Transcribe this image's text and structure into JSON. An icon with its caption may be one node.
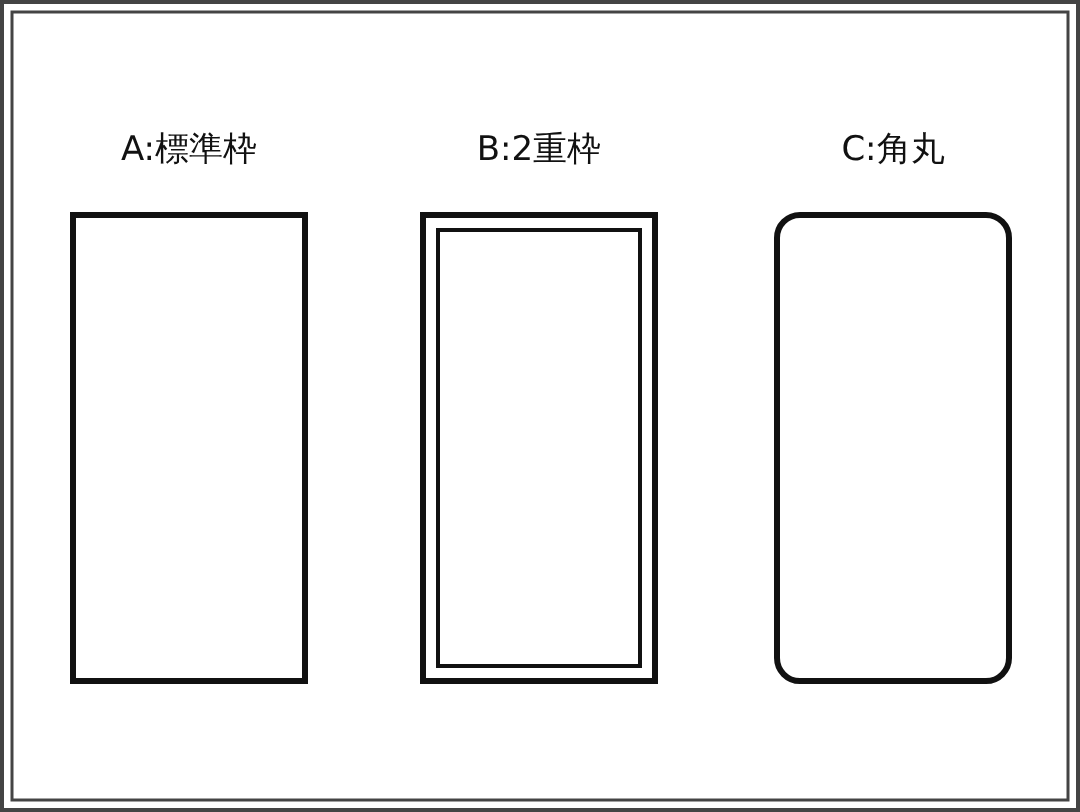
{
  "diagram": {
    "nodes": [
      {
        "text": [
          "A:標準枠"
        ]
      },
      {
        "text": [
          "B:2重枠"
        ]
      },
      {
        "text": [
          "C:角丸"
        ]
      }
    ]
  }
}
